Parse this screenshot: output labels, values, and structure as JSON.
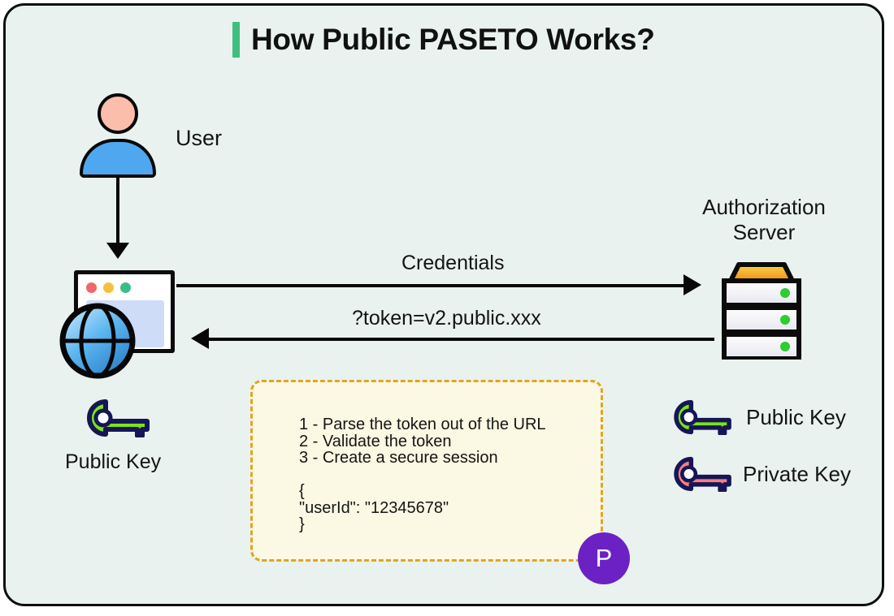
{
  "page": {
    "title": "How Public PASETO Works?",
    "accent_color": "#3fbf7f",
    "background_color": "#e9f2ee",
    "border_color": "#0e0e0e"
  },
  "actors": {
    "user": {
      "label": "User",
      "head_color": "#fcbdaa",
      "body_color": "#4fa8ef"
    },
    "browser": {
      "dot_red": "#f2676b",
      "dot_yellow": "#f5c13d",
      "dot_green": "#3bbe85",
      "content_color": "#cedcf7",
      "globe_color": "#3d9be0"
    },
    "server": {
      "label": "Authorization Server",
      "top_color": "#f0a01e",
      "led_color": "#2ecc2e",
      "unit_color": "#f4f4f8"
    }
  },
  "flows": [
    {
      "name": "credentials",
      "label": "Credentials",
      "direction": "browser-to-server"
    },
    {
      "name": "token-redirect",
      "label": "?token=v2.public.xxx",
      "direction": "server-to-browser"
    }
  ],
  "steps_box": {
    "border_color": "#e2a423",
    "fill_color": "#fbf8e3",
    "lines": [
      "1 - Parse the token out of the URL",
      "2 - Validate the token",
      "3 - Create a secure session",
      "",
      "{",
      "\"userId\": \"12345678\"",
      "}"
    ],
    "badge": {
      "letter": "P",
      "color": "#6c21c4"
    }
  },
  "keys": {
    "browser_key_label": "Public Key",
    "public_color": "#7ae60f",
    "private_color": "#f48080",
    "outline_color": "#161656"
  },
  "legend": {
    "items": [
      {
        "label": "Public Key",
        "color": "#7ae60f"
      },
      {
        "label": "Private Key",
        "color": "#f48080"
      }
    ]
  }
}
